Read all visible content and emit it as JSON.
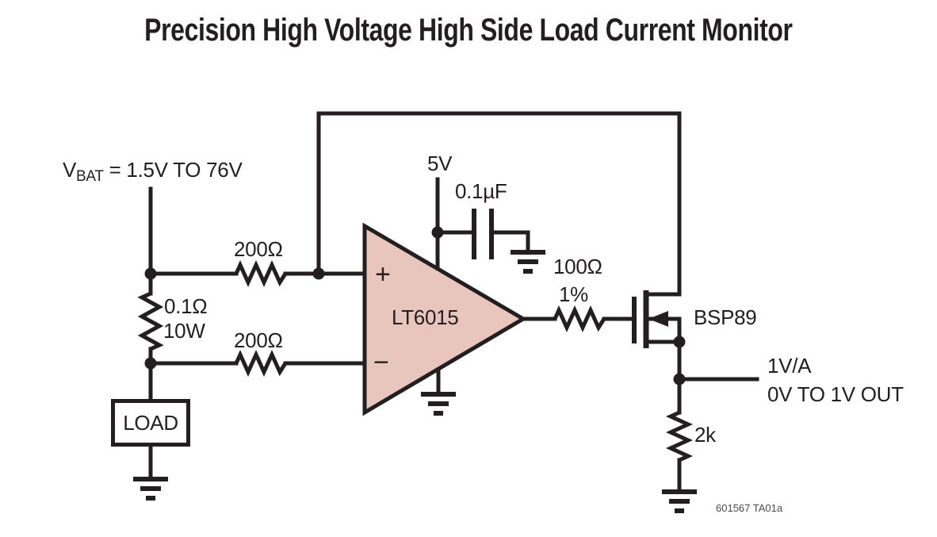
{
  "title": "Precision High Voltage High Side Load Current Monitor",
  "colors": {
    "stroke": "#231f20",
    "opamp_fill": "#e9c6bd",
    "note_text": "#4a4a4a"
  },
  "schematic": {
    "vbat": {
      "prefix": "V",
      "sub": "BAT",
      "rest": " = 1.5V TO 76V"
    },
    "resistors": {
      "top": "200Ω",
      "bottom": "200Ω",
      "shunt_value": "0.1Ω",
      "shunt_power": "10W",
      "gate_value": "100Ω",
      "gate_tolerance": "1%",
      "output": "2k"
    },
    "load_label": "LOAD",
    "supply_voltage": "5V",
    "capacitor_value": "0.1µF",
    "opamp": {
      "part": "LT6015",
      "plus": "+",
      "minus": "−"
    },
    "mosfet_part": "BSP89",
    "output": {
      "gain": "1V/A",
      "range": "0V TO 1V OUT"
    },
    "note": "601567 TA01a"
  }
}
